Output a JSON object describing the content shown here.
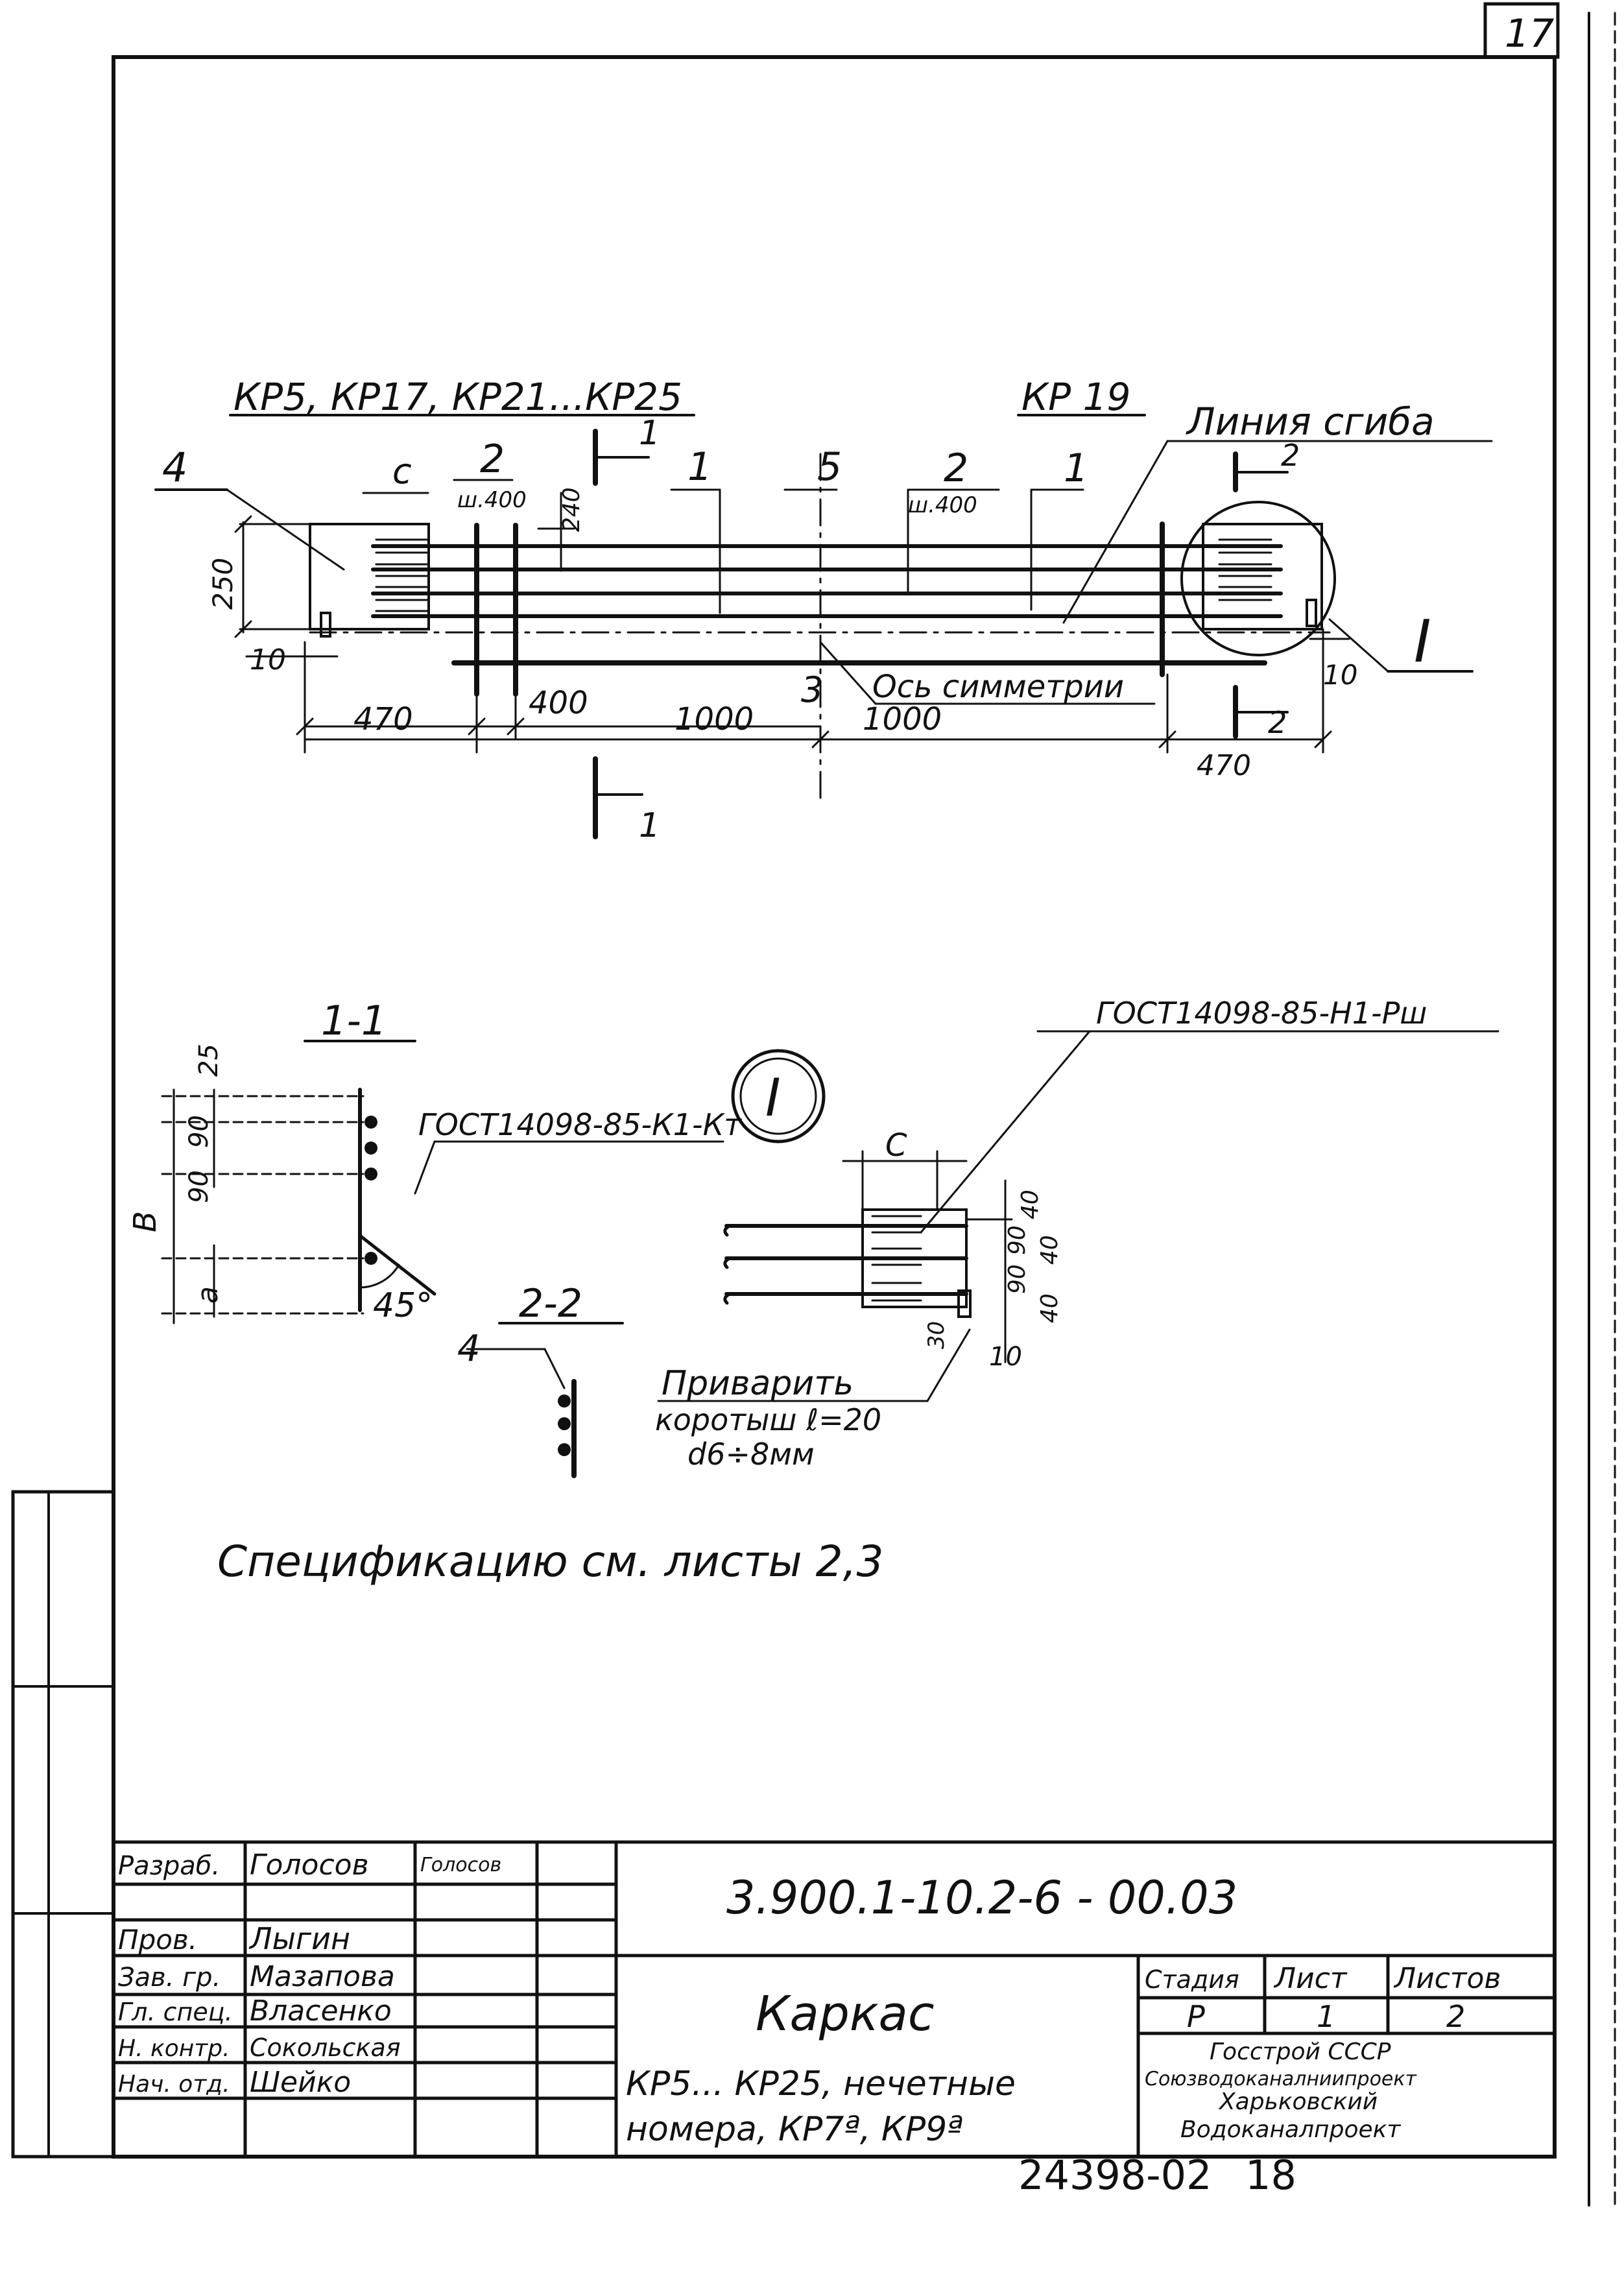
{
  "sheet_corner_number": "17",
  "top_view": {
    "group_label": "КР5, КР17, КР21...КР25",
    "variant_label": "КР 19",
    "bend_line_label": "Линия сгиба",
    "symmetry_axis_label": "Ось симметрии",
    "detail_callout": "I",
    "positions": [
      "4",
      "2",
      "1",
      "5",
      "2",
      "1",
      "3"
    ],
    "c_label": "с",
    "pitch_left": "ш.400",
    "pitch_right": "ш.400",
    "dims": {
      "d250": "250",
      "d240": "240",
      "d10_left": "10",
      "d10_right": "10",
      "d470_left": "470",
      "d400": "400",
      "d1000_left": "1000",
      "d1000_right": "1000",
      "d470_right": "470"
    },
    "section_marks": {
      "s1_top": "1",
      "s1_bottom": "1",
      "s2_top": "2",
      "s2_bottom": "2"
    }
  },
  "section_1_1": {
    "title": "1-1",
    "weld_note": "ГОСТ14098-85-К1-Кт",
    "dims": {
      "d25": "25",
      "d90a": "90",
      "d90b": "90",
      "B": "В",
      "a": "а"
    },
    "angle": "45°"
  },
  "section_2_2": {
    "title": "2-2",
    "position": "4"
  },
  "detail_I": {
    "title": "I",
    "weld_note": "ГОСТ14098-85-Н1-Рш",
    "c_label": "С",
    "dims": {
      "d40a": "40",
      "d90a": "90",
      "d90b": "90",
      "d40b": "40",
      "d40c": "40",
      "d30": "30",
      "d10": "10"
    },
    "weld_instruction_1": "Приварить",
    "weld_instruction_2": "коротыш ℓ=20",
    "weld_instruction_3": "d6÷8мм"
  },
  "spec_note": "Спецификацию см. листы 2,3",
  "title_block": {
    "document_code": "3.900.1-10.2-6 - 00.03",
    "roles": [
      {
        "role": "Разраб.",
        "name": "Голосов",
        "sign": "Голосов"
      },
      {
        "role": "Пров.",
        "name": "Лыгин",
        "sign": ""
      },
      {
        "role": "Зав. гр.",
        "name": "Мазапова",
        "sign": ""
      },
      {
        "role": "Гл. спец.",
        "name": "Власенко",
        "sign": ""
      },
      {
        "role": "Н. контр.",
        "name": "Сокольская",
        "sign": ""
      },
      {
        "role": "Нач. отд.",
        "name": "Шейко",
        "sign": ""
      }
    ],
    "item_title": "Каркас",
    "item_subtitle_1": "КР5... КР25, нечетные",
    "item_subtitle_2": "номера, КР7ª, КР9ª",
    "stage_header": "Стадия",
    "sheet_header": "Лист",
    "sheets_header": "Листов",
    "stage_value": "Р",
    "sheet_value": "1",
    "sheets_value": "2",
    "org_1": "Госстрой СССР",
    "org_2": "Союзводоканалниипроект",
    "org_3": "Харьковский",
    "org_4": "Водоканалпроект"
  },
  "archive_number": "24398-02",
  "archive_page": "18"
}
